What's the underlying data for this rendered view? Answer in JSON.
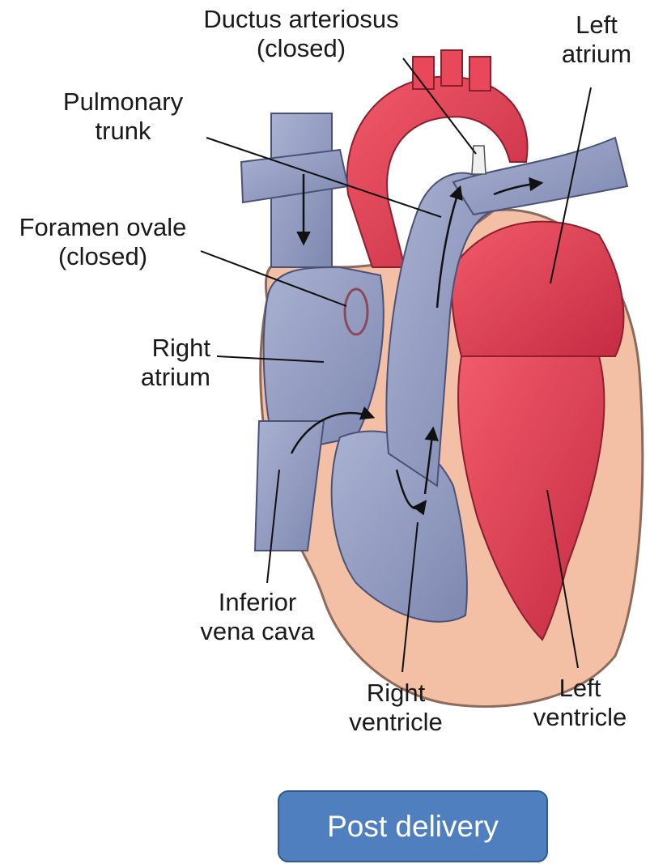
{
  "labels": {
    "ductus_arteriosus": [
      "Ductus arteriosus",
      "(closed)"
    ],
    "left_atrium": [
      "Left",
      "atrium"
    ],
    "pulmonary_trunk": [
      "Pulmonary",
      "trunk"
    ],
    "foramen_ovale": [
      "Foramen ovale",
      "(closed)"
    ],
    "right_atrium": [
      "Right",
      "atrium"
    ],
    "inferior_vena_cava": [
      "Inferior",
      "vena cava"
    ],
    "right_ventricle": [
      "Right",
      "ventricle"
    ],
    "left_ventricle": [
      "Left",
      "ventricle"
    ]
  },
  "button": {
    "label": "Post delivery"
  },
  "colors": {
    "oxygenated": "#e8485a",
    "deoxygenated": "#9ea7c8",
    "myocardium": "#f3c0a6",
    "button": "#4f7fbe"
  }
}
